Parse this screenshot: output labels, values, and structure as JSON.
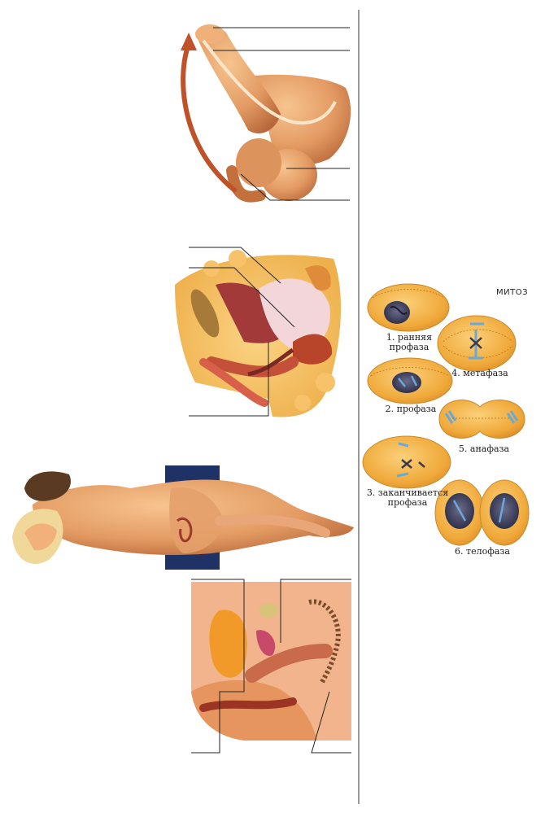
{
  "mitosis": {
    "title": "МИТОЗ",
    "stages": [
      {
        "label_line1": "1. ранняя",
        "label_line2": "профаза"
      },
      {
        "label_line1": "2. профаза",
        "label_line2": ""
      },
      {
        "label_line1": "3. заканчивается",
        "label_line2": "профаза"
      },
      {
        "label_line1": "4. метафаза",
        "label_line2": ""
      },
      {
        "label_line1": "5. анафаза",
        "label_line2": ""
      },
      {
        "label_line1": "6. телофаза",
        "label_line2": ""
      }
    ]
  },
  "colors": {
    "skin": "#e8a06a",
    "skin_dark": "#c4703c",
    "tissue": "#f2b44a",
    "organ_red": "#b2452a",
    "cell_fill": "#f3b13c",
    "chromosome": "#3d3a48",
    "spindle": "#6aa8d8",
    "navy_panel": "#1e3266",
    "divider": "#333333"
  }
}
